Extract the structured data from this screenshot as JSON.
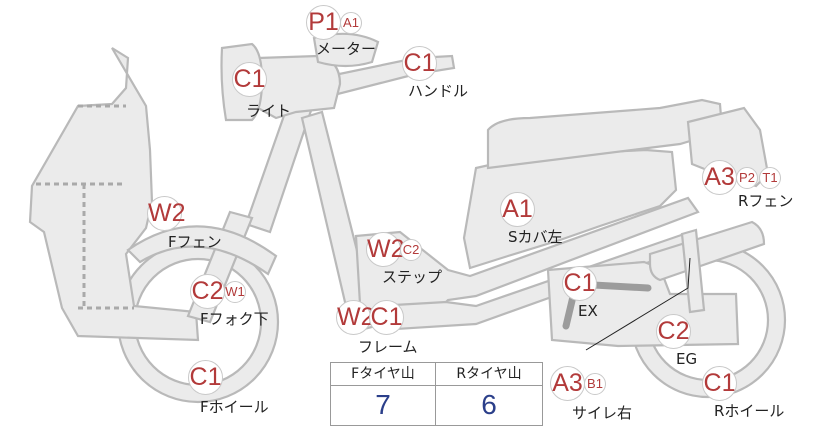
{
  "parts": {
    "meter": {
      "label": "メーター",
      "codes": [
        "P1",
        "A1"
      ]
    },
    "handle": {
      "label": "ハンドル",
      "codes": [
        "C1"
      ]
    },
    "light": {
      "label": "ライト",
      "codes": [
        "C1"
      ]
    },
    "f_fender": {
      "label": "Fフェン",
      "codes": [
        "W2"
      ]
    },
    "s_cover": {
      "label": "Sカバ左",
      "codes": [
        "A1"
      ]
    },
    "r_fender": {
      "label": "Rフェン",
      "codes": [
        "A3",
        "P2",
        "T1"
      ]
    },
    "step": {
      "label": "ステップ",
      "codes": [
        "W2",
        "C2"
      ]
    },
    "f_fork": {
      "label": "Fフォク下",
      "codes": [
        "C2",
        "W1"
      ]
    },
    "exhaust": {
      "label": "EX",
      "codes": [
        "C1"
      ]
    },
    "frame": {
      "label": "フレーム",
      "codes": [
        "W2",
        "C1"
      ]
    },
    "engine": {
      "label": "EG",
      "codes": [
        "C2"
      ]
    },
    "f_wheel": {
      "label": "Fホイール",
      "codes": [
        "C1"
      ]
    },
    "muffler": {
      "label": "サイレ右",
      "codes": [
        "A3",
        "B1"
      ]
    },
    "r_wheel": {
      "label": "Rホイール",
      "codes": [
        "C1"
      ]
    }
  },
  "tread_table": {
    "headers": [
      "Fタイヤ山",
      "Rタイヤ山"
    ],
    "values": [
      "7",
      "6"
    ]
  },
  "colors": {
    "code_text": "#b23a3a",
    "tread_value": "#2b3f8a",
    "body_fill": "#ebebeb",
    "outline": "#b9b9b9"
  }
}
